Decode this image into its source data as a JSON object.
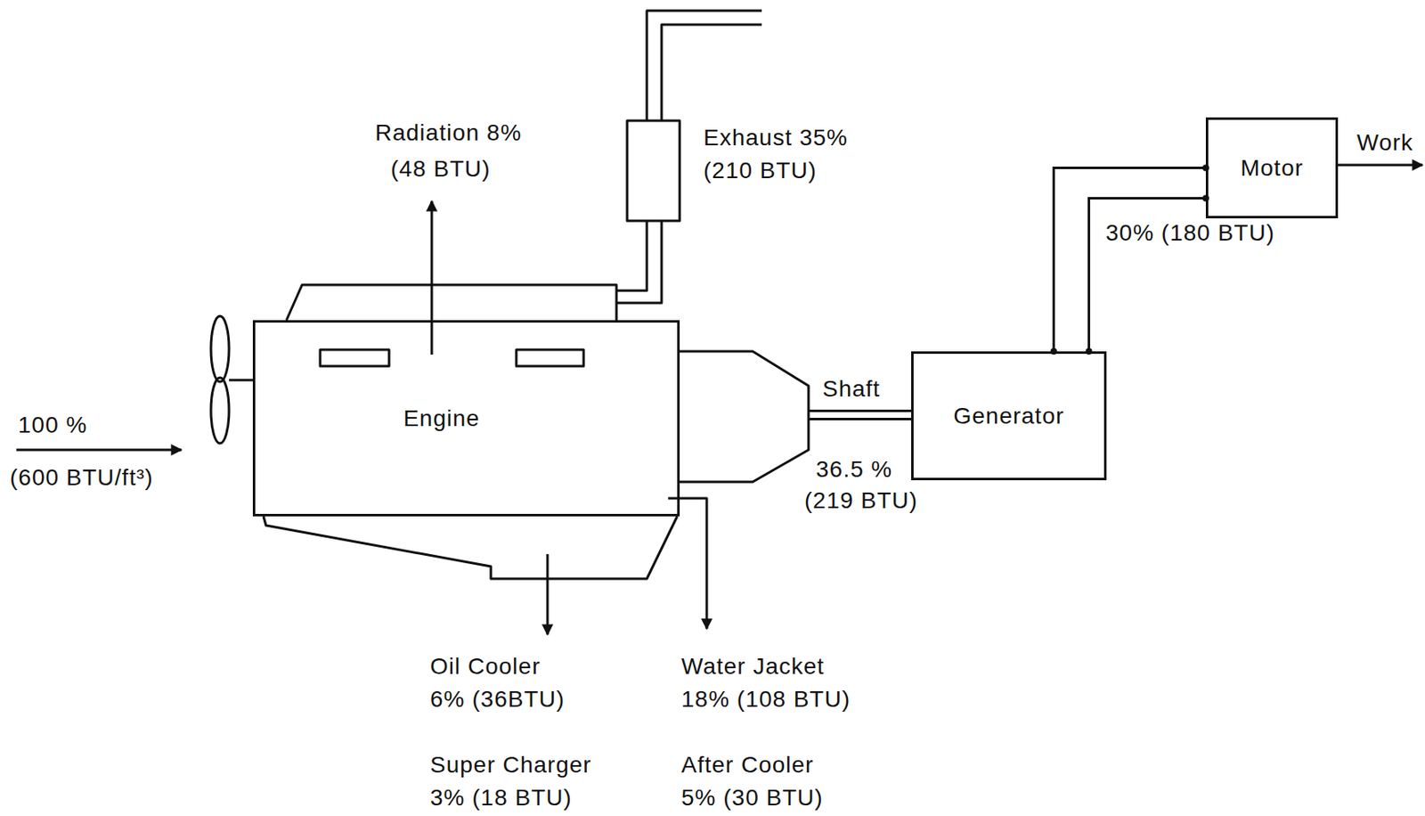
{
  "diagram": {
    "nodes": [
      {
        "text": [
          "Engine"
        ]
      },
      {
        "text": [
          "Generator"
        ]
      },
      {
        "text": [
          "Motor"
        ]
      }
    ],
    "edges": [
      {
        "from": 0,
        "to": 1,
        "arrow": "none",
        "label": "Shaft"
      },
      {
        "from": 1,
        "to": 2,
        "arrow": "none",
        "label": "30% (180 BTU)"
      }
    ],
    "labels": [
      "100 %",
      "(600 BTU/ft³)",
      "Radiation 8%",
      "(48 BTU)",
      "Exhaust 35%",
      "(210 BTU)",
      "Work",
      "36.5 %",
      "(219 BTU)",
      "Oil Cooler",
      "6% (36BTU)",
      "Water Jacket",
      "18% (108 BTU)",
      "Super Charger",
      "3% (18 BTU)",
      "After Cooler",
      "5% (30 BTU)"
    ]
  }
}
